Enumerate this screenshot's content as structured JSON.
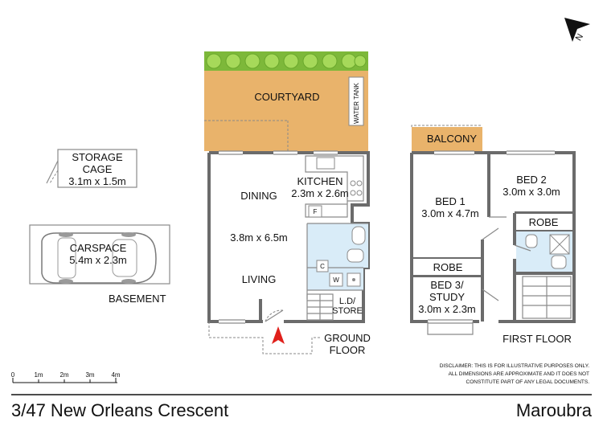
{
  "labels": {
    "storage_title_1": "STORAGE",
    "storage_title_2": "CAGE",
    "storage_dims": "3.1m x 1.5m",
    "carspace_title": "CARSPACE",
    "carspace_dims": "5.4m x 2.3m",
    "basement": "BASEMENT",
    "courtyard": "COURTYARD",
    "water_tank": "WATER TANK",
    "kitchen_title": "KITCHEN",
    "kitchen_dims": "2.3m x 2.6m",
    "dining": "DINING",
    "living_dims": "3.8m x 6.5m",
    "living": "LIVING",
    "fridge": "F",
    "cupboard": "C",
    "washer": "W",
    "laundry_1": "L.D/",
    "laundry_2": "STORE",
    "ground_floor_1": "GROUND",
    "ground_floor_2": "FLOOR",
    "balcony": "BALCONY",
    "bed1_title": "BED 1",
    "bed1_dims": "3.0m x 4.7m",
    "bed2_title": "BED 2",
    "bed2_dims": "3.0m x 3.0m",
    "robe_1": "ROBE",
    "robe_2": "ROBE",
    "bed3_title_1": "BED 3/",
    "bed3_title_2": "STUDY",
    "bed3_dims": "3.0m x 2.3m",
    "first_floor": "FIRST FLOOR",
    "north": "N"
  },
  "scale_bar": {
    "ticks": [
      "0",
      "1m",
      "2m",
      "3m",
      "4m"
    ]
  },
  "disclaimer": [
    "DISCLAIMER: THIS IS FOR ILLUSTRATIVE PURPOSES ONLY.",
    "ALL DIMENSIONS ARE APPROXIMATE AND IT DOES NOT",
    "CONSTITUTE PART OF ANY LEGAL DOCUMENTS."
  ],
  "footer": {
    "address": "3/47 New Orleans Crescent",
    "suburb": "Maroubra"
  },
  "colors": {
    "courtyard": "#e9b36b",
    "balcony": "#e9b36b",
    "bathroom": "#d9ecf8",
    "hedge": "#8cc63f",
    "entry_arrow": "#e0201b",
    "wall": "#6b6b6b"
  },
  "icons": {
    "north_arrow": "north-arrow-icon",
    "entry": "entry-arrow-icon",
    "car": "car-icon"
  }
}
